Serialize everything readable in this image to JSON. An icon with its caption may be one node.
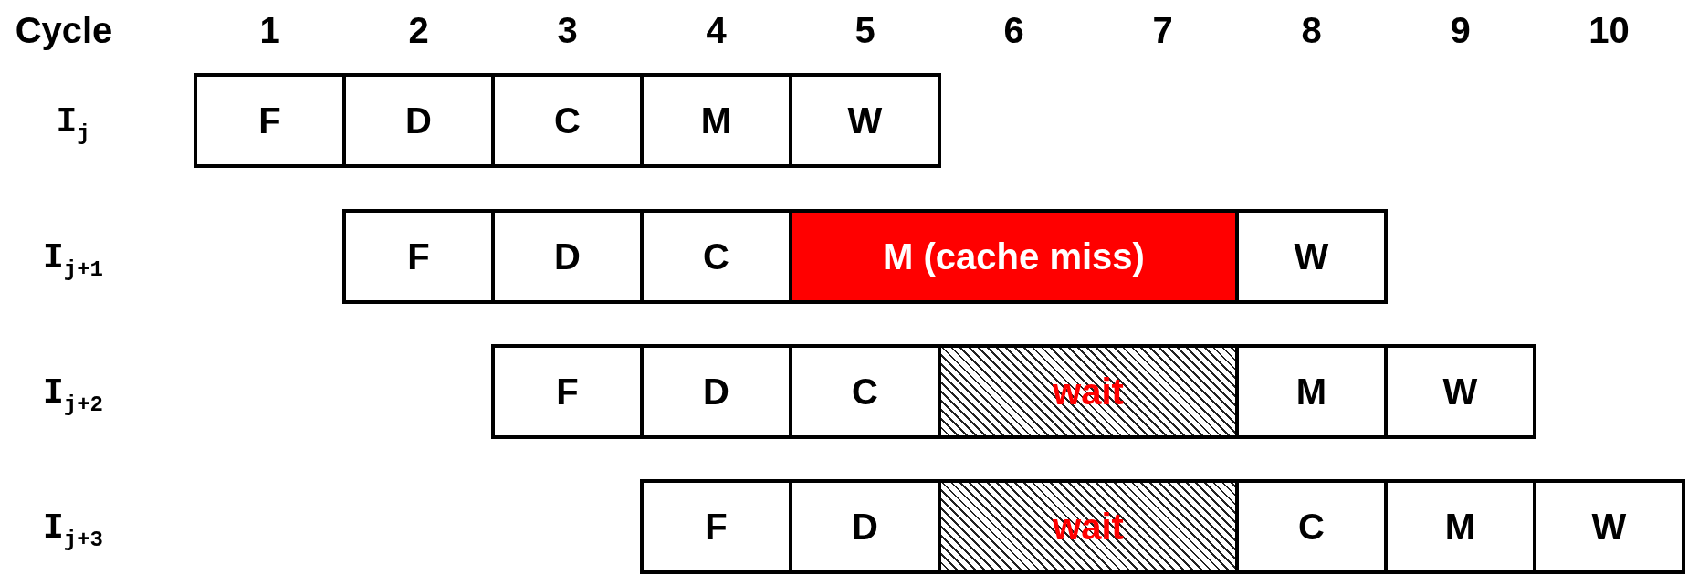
{
  "diagram": {
    "nodes": [
      {
        "text": [
          "F"
        ]
      },
      {
        "text": [
          "D"
        ]
      },
      {
        "text": [
          "C"
        ]
      },
      {
        "text": [
          "M"
        ]
      },
      {
        "text": [
          "W"
        ]
      },
      {
        "text": [
          "F"
        ]
      },
      {
        "text": [
          "D"
        ]
      },
      {
        "text": [
          "C"
        ]
      },
      {
        "text": [
          "M (cache miss)"
        ]
      },
      {
        "text": [
          "W"
        ]
      },
      {
        "text": [
          "F"
        ]
      },
      {
        "text": [
          "D"
        ]
      },
      {
        "text": [
          "C"
        ]
      },
      {
        "text": [
          "wait"
        ]
      },
      {
        "text": [
          "M"
        ]
      },
      {
        "text": [
          "W"
        ]
      },
      {
        "text": [
          "F"
        ]
      },
      {
        "text": [
          "D"
        ]
      },
      {
        "text": [
          "wait"
        ]
      },
      {
        "text": [
          "C"
        ]
      },
      {
        "text": [
          "M"
        ]
      },
      {
        "text": [
          "W"
        ]
      }
    ],
    "edges": [],
    "labels": [
      "Cycle",
      "1",
      "2",
      "3",
      "4",
      "5",
      "6",
      "7",
      "8",
      "9",
      "10",
      "I$_{j}$",
      "I$_{j+1}$",
      "I$_{j+2}$",
      "I$_{j+3}$"
    ]
  }
}
